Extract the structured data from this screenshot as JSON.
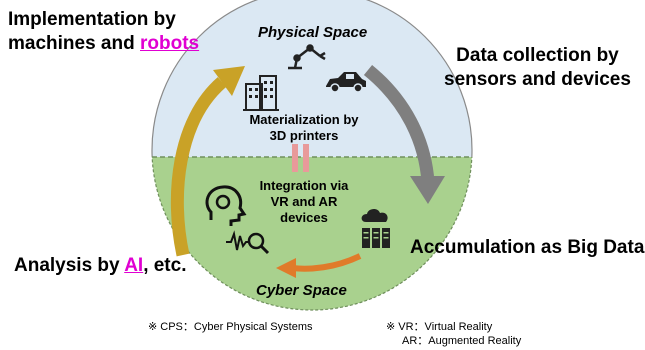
{
  "labels": {
    "implementation_line1": "Implementation by",
    "implementation_line2": "machines and ",
    "implementation_highlight": "robots",
    "data_collection_line1": "Data collection by",
    "data_collection_line2": "sensors and devices",
    "accumulation": "Accumulation as Big Data",
    "analysis_prefix": "Analysis by ",
    "analysis_highlight": "AI",
    "analysis_suffix": ", etc."
  },
  "inner": {
    "physical_space": "Physical Space",
    "cyber_space": "Cyber Space",
    "materialization_line1": "Materialization by",
    "materialization_line2": "3D printers",
    "integration_line1": "Integration via",
    "integration_line2": "VR and AR",
    "integration_line3": "devices"
  },
  "notes": {
    "cps": "※ CPS：Cyber Physical Systems",
    "vr": "※ VR：Virtual Reality",
    "ar": "AR：Augmented Reality"
  },
  "colors": {
    "physical_fill": "#dbe8f3",
    "cyber_fill": "#a9d18e",
    "arrow_gold": "#c9a227",
    "arrow_gray": "#7f7f7f",
    "arrow_orange": "#e07b2a",
    "equals_pink": "#e89a9a",
    "highlight_magenta": "#e000d2"
  },
  "icons": [
    "building-icon",
    "robot-arm-icon",
    "car-icon",
    "head-icon",
    "waveform-magnifier-icon",
    "cloud-server-icon"
  ]
}
